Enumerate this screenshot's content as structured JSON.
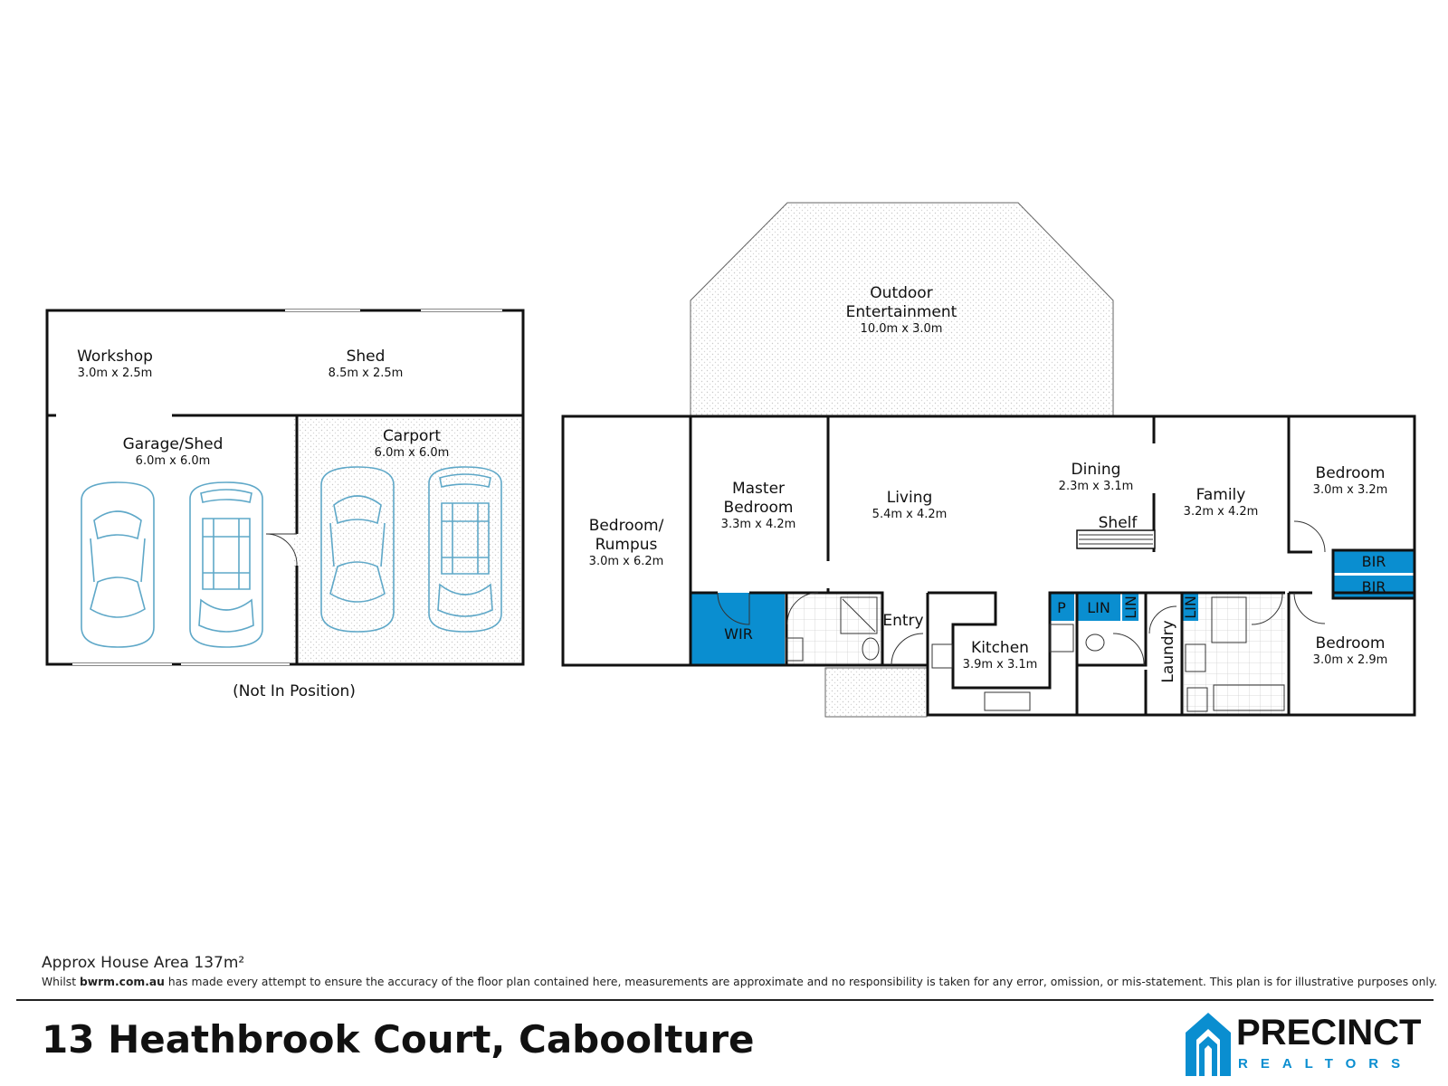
{
  "rooms": {
    "workshop": {
      "name": "Workshop",
      "dim": "3.0m x 2.5m"
    },
    "shed": {
      "name": "Shed",
      "dim": "8.5m x 2.5m"
    },
    "garage": {
      "name": "Garage/Shed",
      "dim": "6.0m x 6.0m"
    },
    "carport": {
      "name": "Carport",
      "dim": "6.0m x 6.0m"
    },
    "not_in_position": "(Not In Position)",
    "outdoor": {
      "name1": "Outdoor",
      "name2": "Entertainment",
      "dim": "10.0m x 3.0m"
    },
    "rumpus": {
      "name1": "Bedroom/",
      "name2": "Rumpus",
      "dim": "3.0m x 6.2m"
    },
    "master": {
      "name1": "Master",
      "name2": "Bedroom",
      "dim": "3.3m x 4.2m"
    },
    "living": {
      "name": "Living",
      "dim": "5.4m x 4.2m"
    },
    "dining": {
      "name": "Dining",
      "dim": "2.3m x 3.1m"
    },
    "shelf": "Shelf",
    "family": {
      "name": "Family",
      "dim": "3.2m x 4.2m"
    },
    "bed2": {
      "name": "Bedroom",
      "dim": "3.0m x 3.2m"
    },
    "bed3": {
      "name": "Bedroom",
      "dim": "3.0m x 2.9m"
    },
    "kitchen": {
      "name": "Kitchen",
      "dim": "3.9m x 3.1m"
    },
    "entry": "Entry",
    "laundry": "Laundry",
    "wir": "WIR",
    "pantry": "P",
    "lin1": "LIN",
    "lin2": "LIN",
    "lin3": "LIN",
    "bir1": "BIR",
    "bir2": "BIR"
  },
  "footer": {
    "area": "Approx House Area 137m²",
    "disclaimer_pre": "Whilst ",
    "disclaimer_site": "bwrm.com.au",
    "disclaimer_post": " has made every attempt to ensure the accuracy of the floor plan contained here, measurements are approximate and no responsibility is taken for any error, omission, or mis-statement. This plan is for illustrative purposes only.",
    "address": "13 Heathbrook Court, Caboolture"
  },
  "logo": {
    "main": "PRECINCT",
    "sub": "REALTORS"
  },
  "colors": {
    "accent": "#0a8ed0",
    "car_line": "#5fa8c8",
    "hatch": "#e6e6e6"
  }
}
